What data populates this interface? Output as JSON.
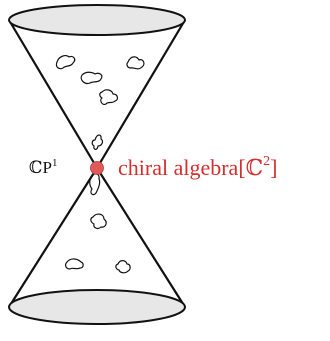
{
  "labels": {
    "cp1_base": "ℂP",
    "cp1_exponent": "1",
    "chiral_algebra": "chiral algebra[ℂ",
    "chiral_algebra_exponent": "2",
    "chiral_algebra_close": "]"
  },
  "colors": {
    "cone_fill": "#ffffff",
    "cone_stroke": "#111111",
    "ellipse_fill": "#e7e7e7",
    "apex_fill": "#e05a5a",
    "apex_stroke": "#b83a3a",
    "accent_text": "#d42e2e"
  }
}
